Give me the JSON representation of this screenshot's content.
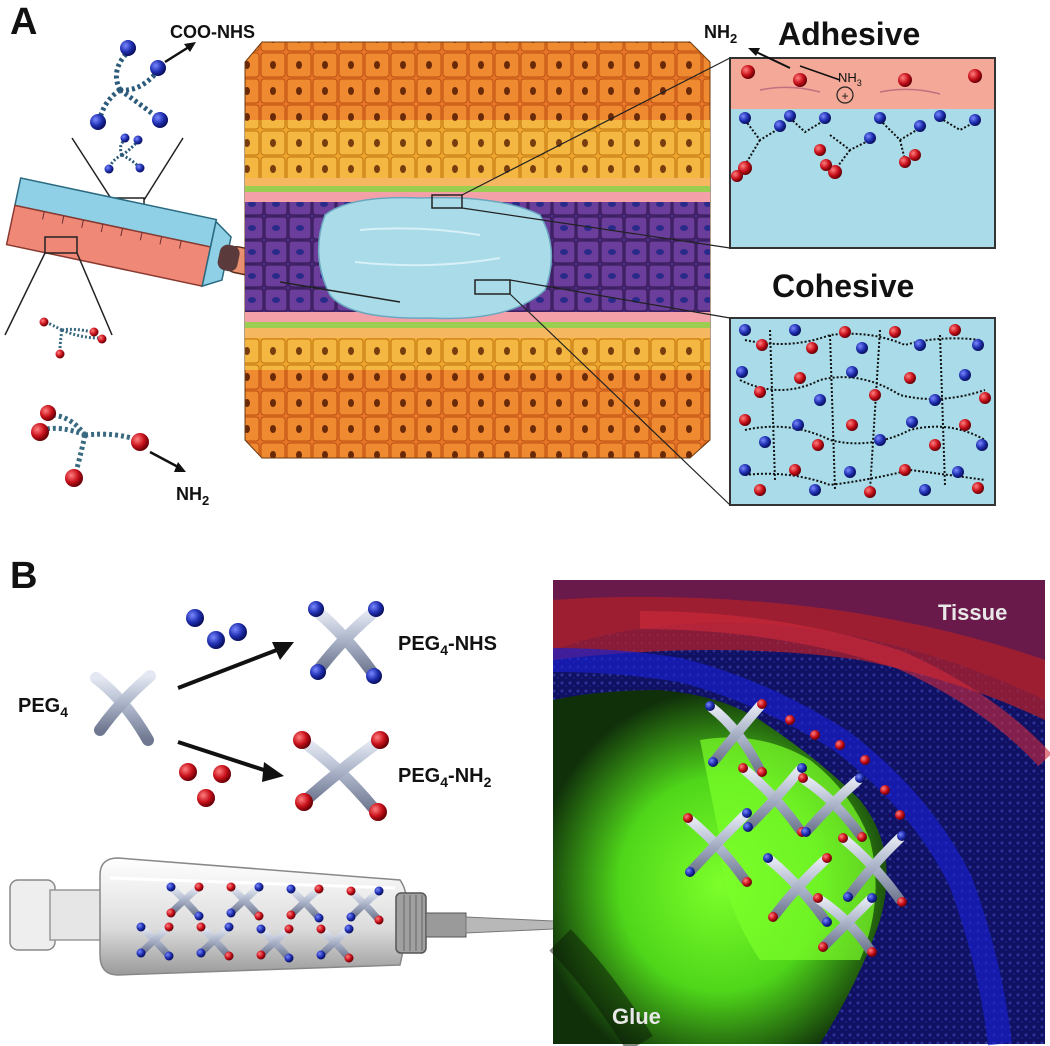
{
  "panel_a": {
    "letter": "A",
    "coo_nhs": "COO-NHS",
    "nh2_bottom": "NH",
    "nh2_bottom_sub": "2",
    "nh2_top": "NH",
    "nh2_top_sub": "2",
    "nh3": "NH",
    "nh3_sub": "3",
    "plus": "+",
    "adhesive_title": "Adhesive",
    "cohesive_title": "Cohesive"
  },
  "panel_b": {
    "letter": "B",
    "peg4": "PEG",
    "peg4_sub": "4",
    "peg4_nhs_prefix": "PEG",
    "peg4_nhs_sub": "4",
    "peg4_nhs_suffix": "-NHS",
    "peg4_nh2_prefix": "PEG",
    "peg4_nh2_sub": "4",
    "peg4_nh2_suffix": "-NH",
    "peg4_nh2_sub2": "2",
    "tissue": "Tissue",
    "glue": "Glue"
  },
  "colors": {
    "nhs_blue": "#1f2fb0",
    "nh2_red": "#d0101a",
    "gel_blue": "#a9dbe9",
    "tissue_orange": "#e8742a",
    "tissue_purple": "#5a3a8a"
  }
}
